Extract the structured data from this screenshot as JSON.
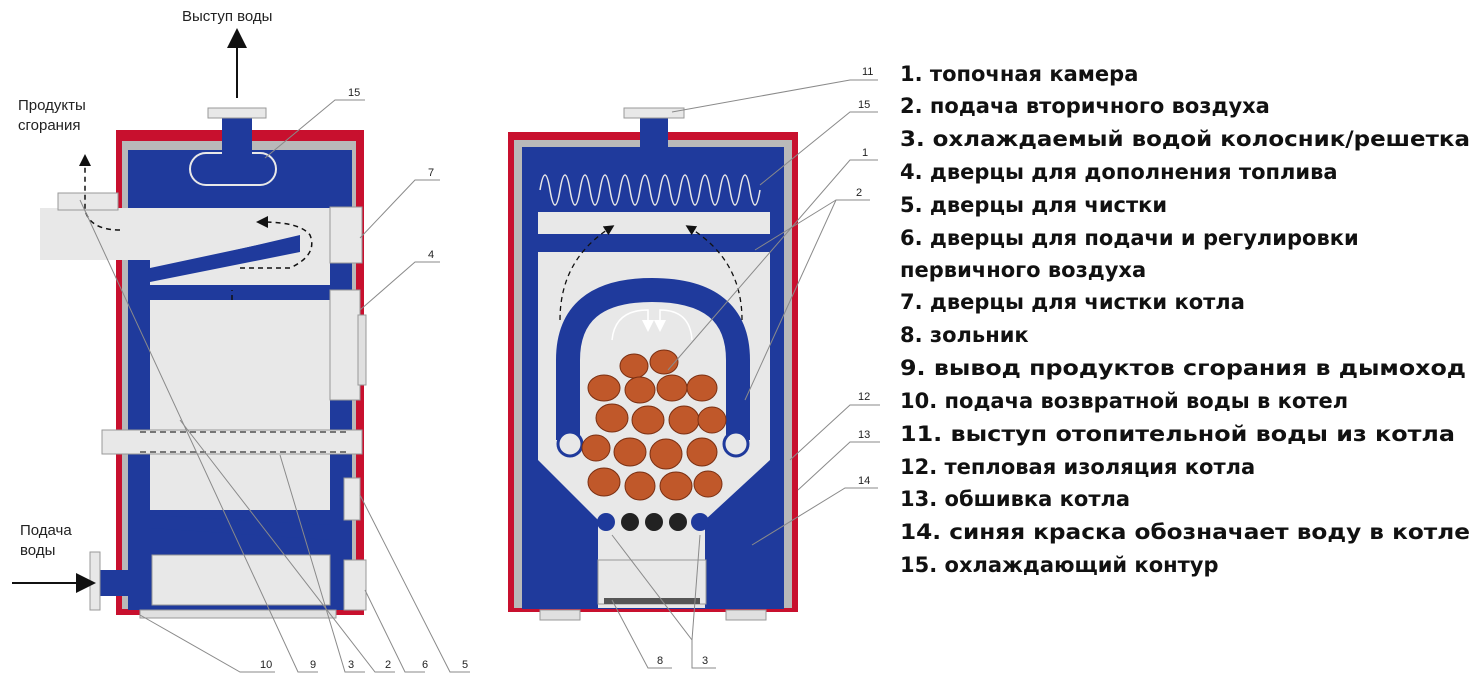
{
  "labels": {
    "water_out": "Выступ воды",
    "combustion_line1": "Продукты",
    "combustion_line2": "сгорания",
    "water_in_line1": "Подача",
    "water_in_line2": "воды"
  },
  "callouts": {
    "left_top_15": "15",
    "left_right_7": "7",
    "left_right_4": "4",
    "left_bottom": [
      "10",
      "9",
      "3",
      "2",
      "6",
      "5"
    ],
    "right_top_11": "11",
    "right_top_15": "15",
    "right_1": "1",
    "right_2": "2",
    "right_12": "12",
    "right_13": "13",
    "right_14": "14",
    "right_bottom_8": "8",
    "right_bottom_3": "3"
  },
  "legend": [
    "1. топочная камера",
    "2. подача вторичного воздуха",
    "3. охлаждаемый водой колосник/решетка",
    "4. дверцы для дополнения топлива",
    "5. дверцы для чистки",
    "6. дверцы для подачи и регулировки",
    "первичного воздуха",
    "7. дверцы для чистки котла",
    "8. зольник",
    "9. вывод продуктов сгорания в дымоход",
    "10. подача возвратной воды в котел",
    "11. выступ отопительной воды из котла",
    "12. тепловая изоляция котла",
    "13. обшивка котла",
    "14. синяя краска обозначает воду в котле",
    "15. охлаждающий контур"
  ],
  "colors": {
    "water_blue": "#1f3a9c",
    "casing_red": "#c8102e",
    "insulation_grey": "#b9b9b9",
    "fuel_brown": "#c0582a",
    "light_panel": "#e8e8e8"
  }
}
